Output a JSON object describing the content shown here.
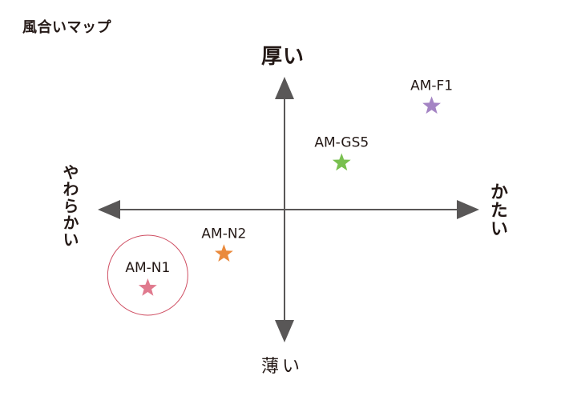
{
  "title": "風合いマップ",
  "axes": {
    "top": "厚い",
    "bottom": "薄い",
    "left": "やわらかい",
    "right": "かたい"
  },
  "products": [
    {
      "name": "AM-F1",
      "softness_hardness": 0.85,
      "thin_thick": 0.82,
      "color": "#a484c4"
    },
    {
      "name": "AM-GS5",
      "softness_hardness": 0.33,
      "thin_thick": 0.37,
      "color": "#79c04f"
    },
    {
      "name": "AM-N2",
      "softness_hardness": -0.35,
      "thin_thick": -0.35,
      "color": "#ea8a3c"
    },
    {
      "name": "AM-N1",
      "softness_hardness": -0.79,
      "thin_thick": -0.62,
      "color": "#e07a8e",
      "highlighted": true
    }
  ],
  "highlight_color": "#cf4e62",
  "axis_color": "#595757"
}
